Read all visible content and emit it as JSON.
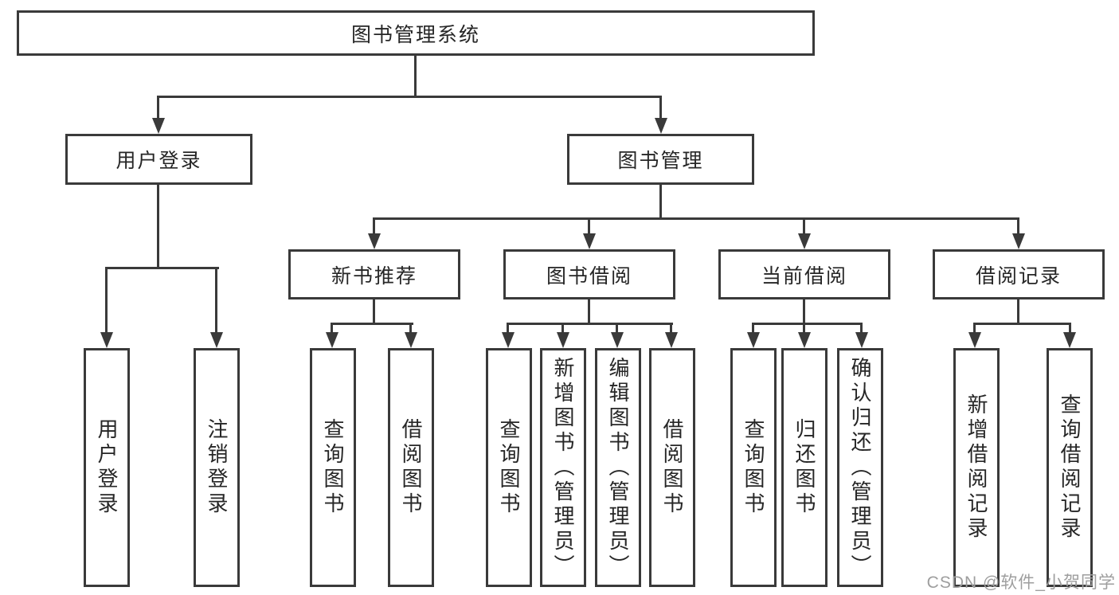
{
  "diagram": {
    "root": {
      "label": "图书管理系统"
    },
    "level2": [
      {
        "label": "用户登录"
      },
      {
        "label": "图书管理"
      }
    ],
    "level3": [
      {
        "label": "新书推荐"
      },
      {
        "label": "图书借阅"
      },
      {
        "label": "当前借阅"
      },
      {
        "label": "借阅记录"
      }
    ],
    "leaves": [
      {
        "label": "用户登录"
      },
      {
        "label": "注销登录"
      },
      {
        "label": "查询图书"
      },
      {
        "label": "借阅图书"
      },
      {
        "label": "查询图书"
      },
      {
        "label": "新增图书（管理员）"
      },
      {
        "label": "编辑图书（管理员）"
      },
      {
        "label": "借阅图书"
      },
      {
        "label": "查询图书"
      },
      {
        "label": "归还图书"
      },
      {
        "label": "确认归还（管理员）"
      },
      {
        "label": "新增借阅记录"
      },
      {
        "label": "查询借阅记录"
      }
    ]
  },
  "watermark": {
    "text": "CSDN @软件_小贺同学"
  },
  "colors": {
    "line": "#3a3a3a",
    "text": "#262626",
    "watermark": "#9e9e9e",
    "background": "#ffffff"
  }
}
